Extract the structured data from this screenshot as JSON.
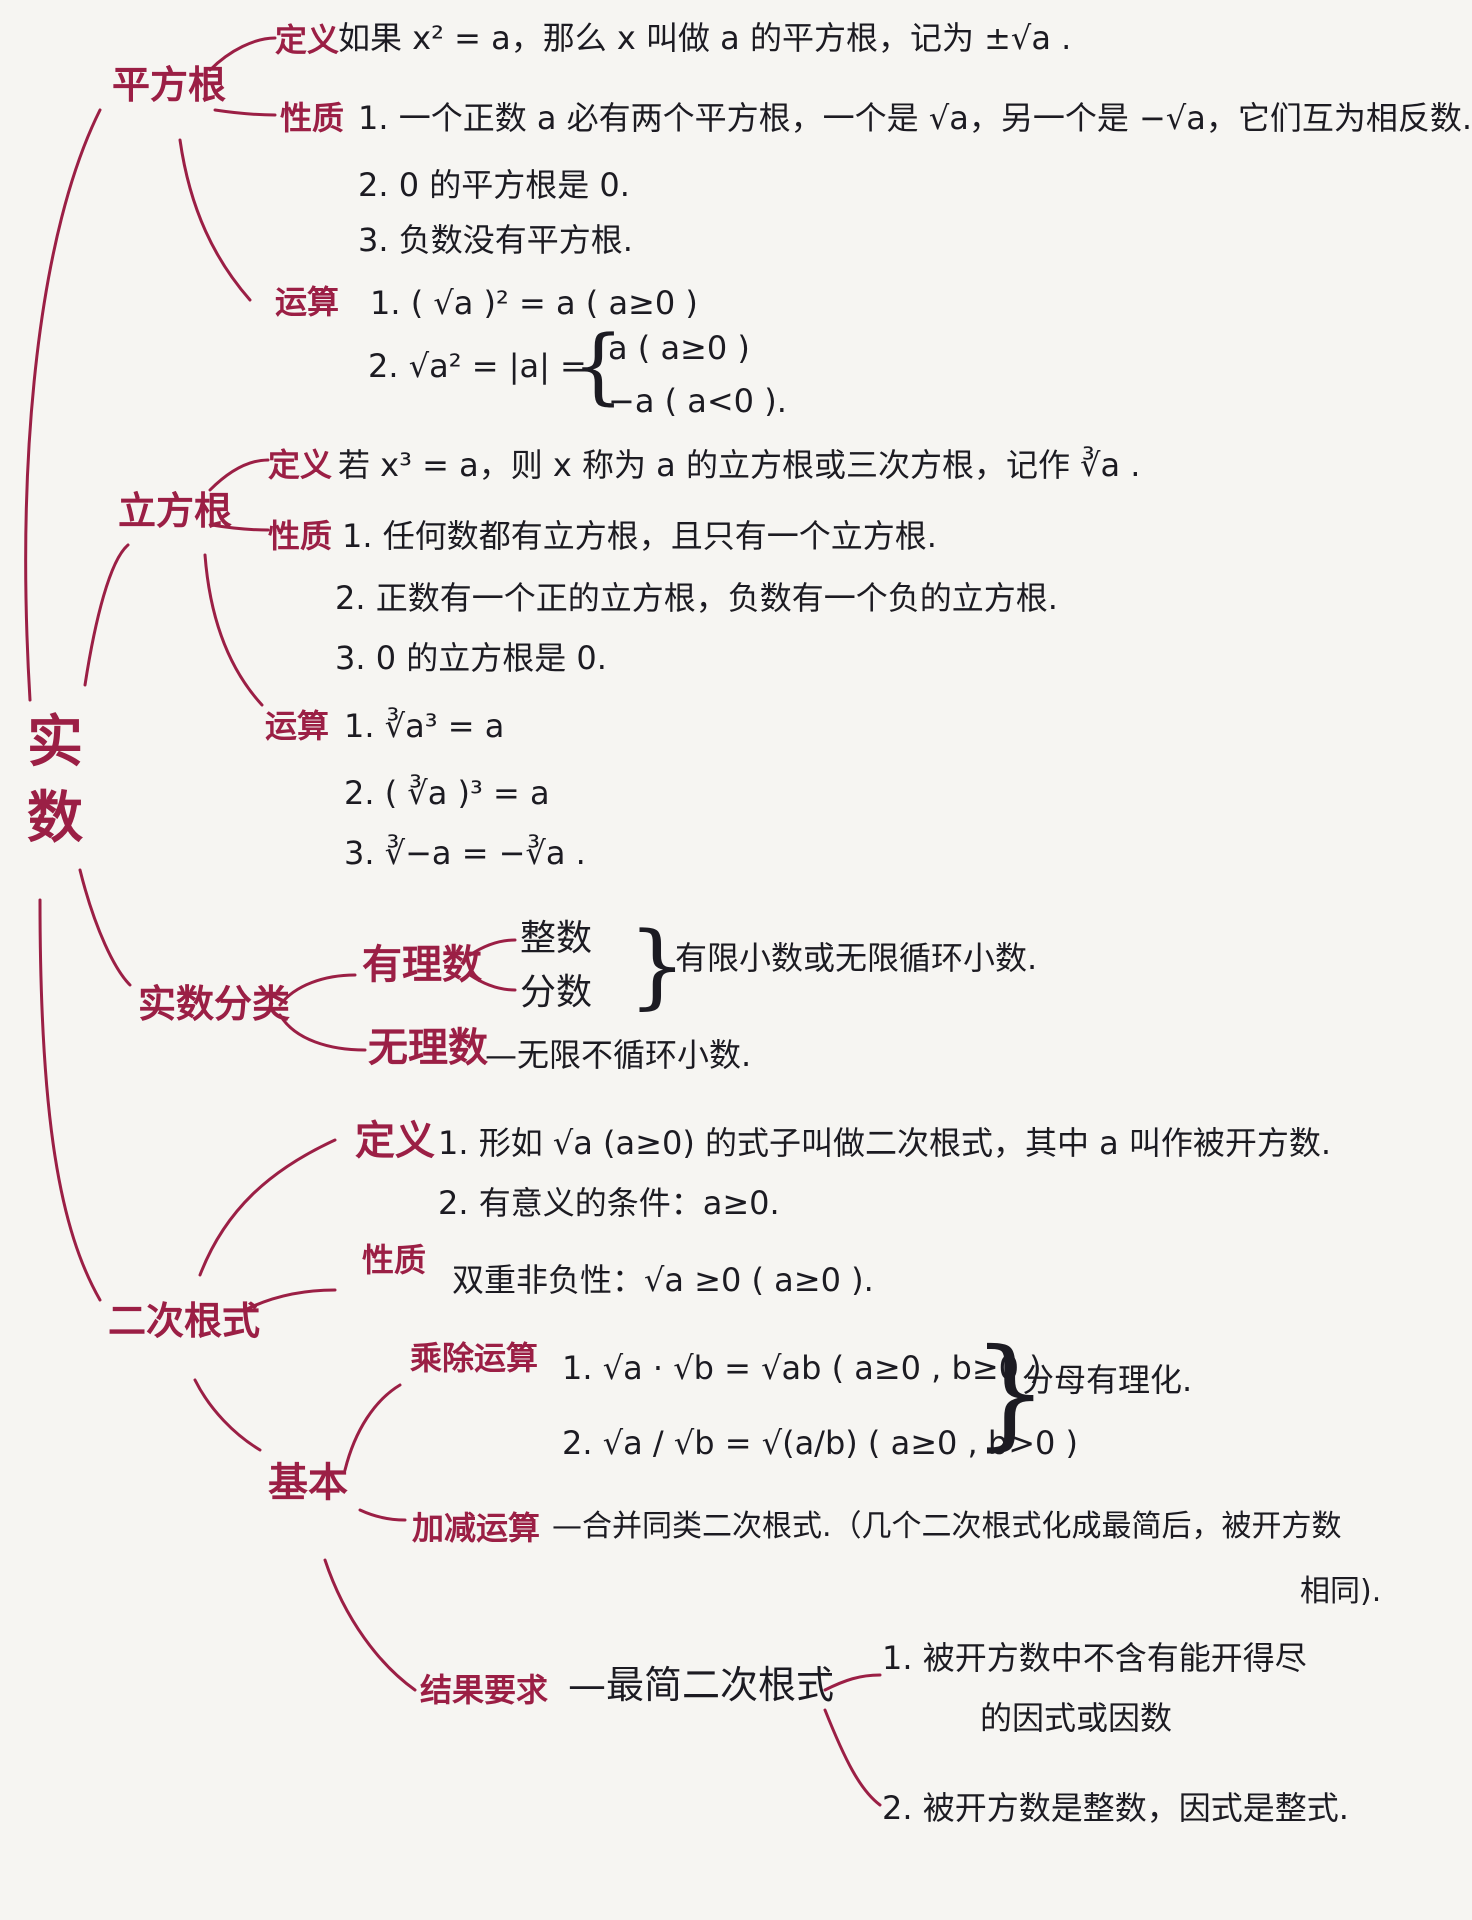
{
  "colors": {
    "ink": "#1c1b22",
    "accent": "#9b1f45",
    "paper": "#f6f5f2"
  },
  "root": "实数",
  "square_root": {
    "title": "平方根",
    "def_label": "定义",
    "def": "如果 x² = a，那么 x 叫做 a 的平方根，记为 ±√a .",
    "prop_label": "性质",
    "props": [
      "1. 一个正数 a 必有两个平方根，一个是 √a，另一个是 −√a，它们互为相反数.",
      "2. 0 的平方根是 0.",
      "3. 负数没有平方根."
    ],
    "op_label": "运算",
    "op1": "1. ( √a )² = a ( a≥0 )",
    "op2_left": "2. √a² = |a| =",
    "op2_cases": [
      "a ( a≥0 )",
      "−a ( a<0 )."
    ]
  },
  "cube_root": {
    "title": "立方根",
    "def_label": "定义",
    "def": "若 x³ = a，则 x 称为 a 的立方根或三次方根，记作 ∛a .",
    "prop_label": "性质",
    "props": [
      "1. 任何数都有立方根，且只有一个立方根.",
      "2. 正数有一个正的立方根，负数有一个负的立方根.",
      "3. 0 的立方根是 0."
    ],
    "op_label": "运算",
    "ops": [
      "1. ∛a³ = a",
      "2. ( ∛a )³ = a",
      "3. ∛−a = −∛a ."
    ]
  },
  "classification": {
    "title": "实数分类",
    "rational": "有理数",
    "integer": "整数",
    "fraction": "分数",
    "rational_note": "有限小数或无限循环小数.",
    "irrational": "无理数",
    "irrational_note": "—无限不循环小数."
  },
  "quadratic_radical": {
    "title": "二次根式",
    "def_label": "定义",
    "defs": [
      "1. 形如 √a (a≥0) 的式子叫做二次根式，其中 a 叫作被开方数.",
      "2. 有意义的条件：a≥0."
    ],
    "prop_label": "性质",
    "prop": "双重非负性：√a ≥0 ( a≥0 ).",
    "basic_label": "基本",
    "muldiv_label": "乘除运算",
    "muldiv": [
      "1. √a · √b = √ab ( a≥0 , b≥0 )",
      "2. √a / √b = √(a/b) ( a≥0 , b>0 )"
    ],
    "muldiv_note": "分母有理化.",
    "addsub_label": "加减运算",
    "addsub": "—合并同类二次根式.（几个二次根式化成最简后，被开方数",
    "addsub_cont": "相同).",
    "result_label": "结果要求",
    "result": "—最简二次根式",
    "result_items": [
      "1. 被开方数中不含有能开得尽",
      "的因式或因数",
      "2. 被开方数是整数，因式是整式."
    ]
  }
}
